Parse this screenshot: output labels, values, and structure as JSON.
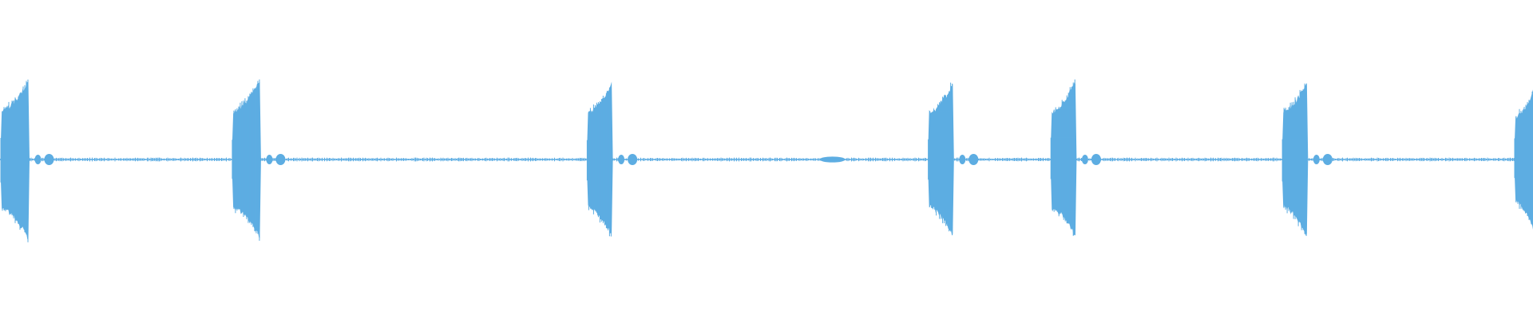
{
  "waveform": {
    "color": "#5DADE2",
    "background": "#FFFFFF",
    "bursts": [
      {
        "time": 0.0185,
        "level": 0.94,
        "length": 0.018
      },
      {
        "time": 0.1695,
        "level": 0.93,
        "length": 0.018
      },
      {
        "time": 0.399,
        "level": 0.9,
        "length": 0.016
      },
      {
        "time": 0.6215,
        "level": 0.9,
        "length": 0.016
      },
      {
        "time": 0.7015,
        "level": 0.92,
        "length": 0.016
      },
      {
        "time": 0.8525,
        "level": 0.91,
        "length": 0.016
      },
      {
        "time": 1.0,
        "level": 0.81,
        "length": 0.012
      }
    ],
    "blips": [
      {
        "time": 0.543,
        "level": 0.035
      }
    ]
  }
}
